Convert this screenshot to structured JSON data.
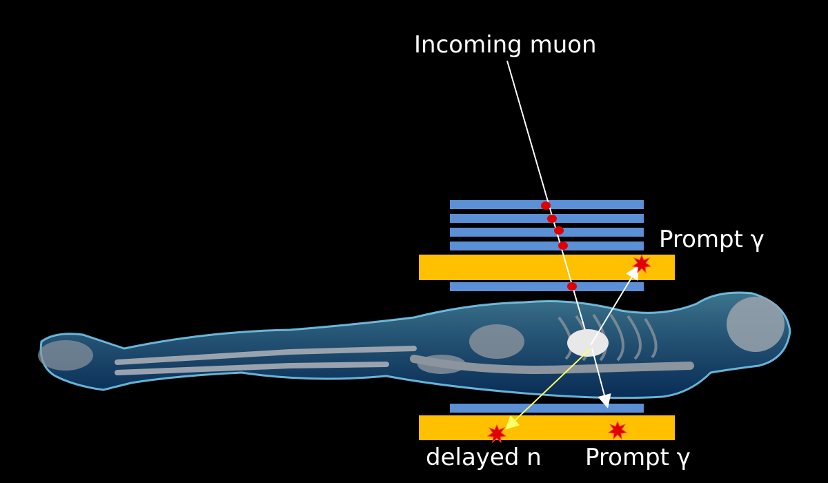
{
  "labels": {
    "incoming_muon": "Incoming muon",
    "prompt_gamma_top": "Prompt γ",
    "delayed_n": "delayed n",
    "prompt_gamma_bottom": "Prompt γ"
  },
  "colors": {
    "background": "#000000",
    "detector_blue": "#5b8fd6",
    "absorber_yellow": "#ffc000",
    "hit_red": "#e00000",
    "body_glow": "#4fc3f7",
    "neutron_arrow": "#ffff66"
  }
}
